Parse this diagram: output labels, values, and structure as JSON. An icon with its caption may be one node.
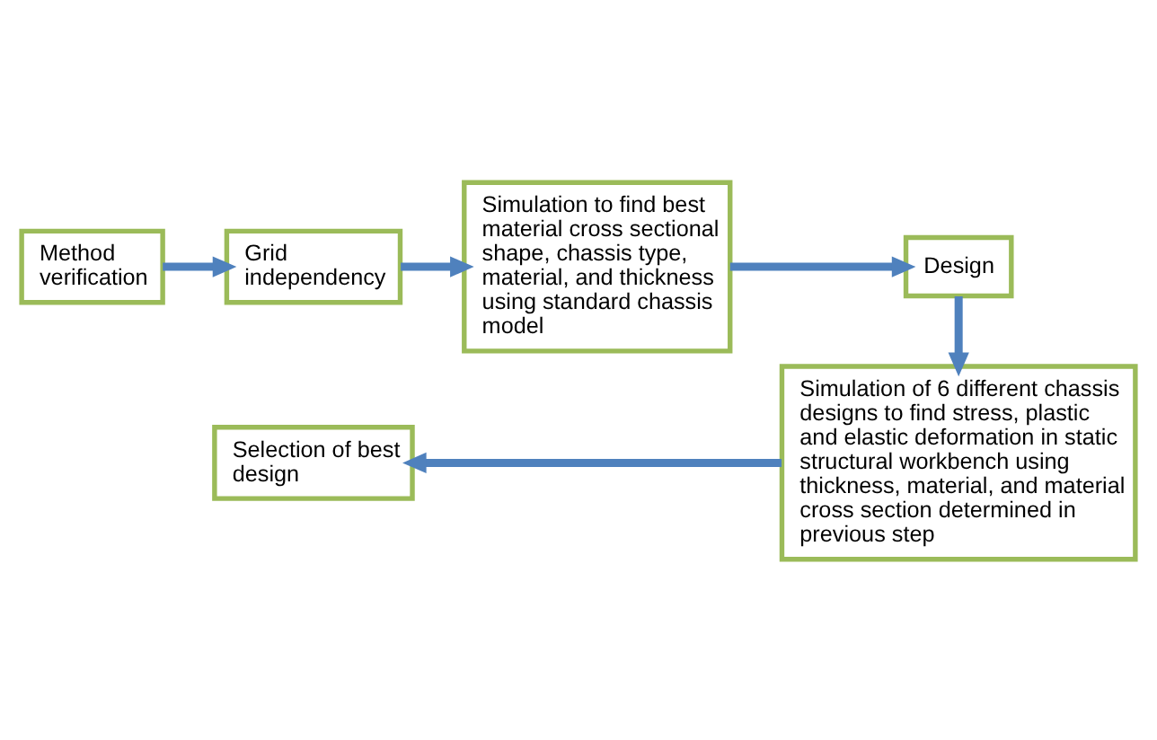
{
  "diagram": {
    "nodes": [
      {
        "text": [
          "Method verification"
        ]
      },
      {
        "text": [
          "Grid independency"
        ]
      },
      {
        "text": [
          "Simulation to find best material cross sectional shape, chassis type, material, and thickness using standard chassis model"
        ]
      },
      {
        "text": [
          "Design"
        ]
      },
      {
        "text": [
          "Simulation of 6 different chassis designs to find stress, plastic and elastic deformation in static structural workbench using thickness, material, and material cross section determined in previous step"
        ]
      },
      {
        "text": [
          "Selection of best design"
        ]
      }
    ],
    "edges": [
      {
        "from": 0,
        "to": 1,
        "arrow": "to"
      },
      {
        "from": 1,
        "to": 2,
        "arrow": "to"
      },
      {
        "from": 2,
        "to": 3,
        "arrow": "to"
      },
      {
        "from": 3,
        "to": 4,
        "arrow": "to"
      },
      {
        "from": 4,
        "to": 5,
        "arrow": "to"
      }
    ]
  }
}
